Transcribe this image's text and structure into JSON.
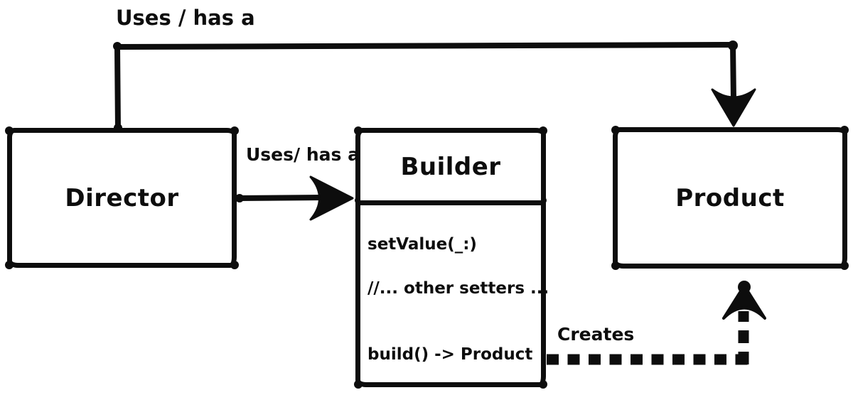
{
  "diagram": {
    "kind": "uml-class-diagram",
    "pattern": "Builder"
  },
  "classes": {
    "director": {
      "name": "Director"
    },
    "builder": {
      "name": "Builder",
      "methods": [
        "setValue(_:)",
        "//... other setters ...",
        "build() -> Product"
      ]
    },
    "product": {
      "name": "Product"
    }
  },
  "edges": [
    {
      "from": "Director",
      "to": "Product",
      "label": "Uses / has a",
      "style": "solid"
    },
    {
      "from": "Director",
      "to": "Builder",
      "label": "Uses/ has a",
      "style": "solid"
    },
    {
      "from": "Builder",
      "to": "Product",
      "label": "Creates",
      "style": "dashed"
    }
  ],
  "colors": {
    "ink": "#0d0d0d",
    "background": "#ffffff"
  }
}
